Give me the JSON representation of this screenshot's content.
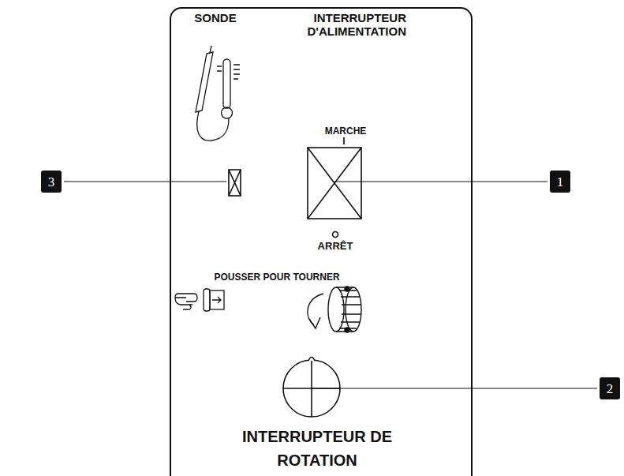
{
  "diagram": {
    "nodes": [
      {
        "text": [
          "3"
        ]
      },
      {
        "text": [
          "1"
        ]
      },
      {
        "text": [
          "2"
        ]
      }
    ],
    "labels": [
      "SONDE",
      "INTERRUPTEUR D'ALIMENTATION",
      "MARCHE",
      "I",
      "ARRÊT",
      "POUSSER POUR TOURNER",
      "INTERRUPTEUR DE ROTATION"
    ]
  }
}
